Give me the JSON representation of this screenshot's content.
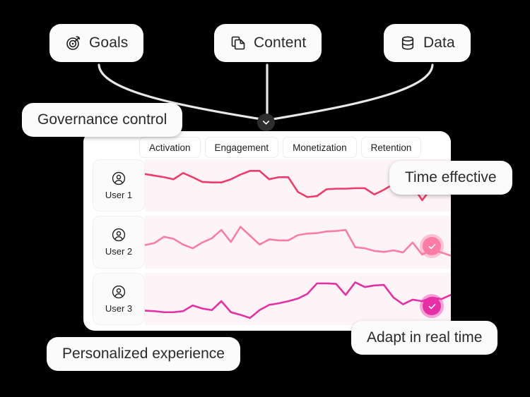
{
  "theme": {
    "background": "#000000",
    "panel_bg": "#ffffff",
    "chart_bg": "#fdf4f7",
    "pill_bg": "#fbfbfb",
    "text": "#2a2a2a",
    "connector": "#e6e6e6",
    "chevron_bg": "#2e2e2e",
    "line_user1": "#ef3b6c",
    "line_user2": "#fc7ca5",
    "line_user3": "#e62fa6",
    "badge_user2": "#fc7ca5",
    "badge_user3": "#e62fa6"
  },
  "pills": [
    {
      "id": "goals",
      "label": "Goals",
      "icon": "target-icon"
    },
    {
      "id": "content",
      "label": "Content",
      "icon": "copy-documents-icon"
    },
    {
      "id": "data",
      "label": "Data",
      "icon": "database-icon"
    }
  ],
  "chevron": {
    "icon": "chevron-down-icon"
  },
  "panel": {
    "tabs": [
      {
        "label": "Activation"
      },
      {
        "label": "Engagement"
      },
      {
        "label": "Monetization"
      },
      {
        "label": "Retention"
      }
    ],
    "rows": [
      {
        "user": "User 1",
        "icon": "user-circle-icon",
        "has_badge": false
      },
      {
        "user": "User 2",
        "icon": "user-circle-icon",
        "has_badge": true,
        "badge_icon": "check-circle-icon"
      },
      {
        "user": "User 3",
        "icon": "user-circle-icon",
        "has_badge": true,
        "badge_icon": "check-circle-icon"
      }
    ]
  },
  "callouts": [
    {
      "id": "governance",
      "label": "Governance control"
    },
    {
      "id": "time",
      "label": "Time effective"
    },
    {
      "id": "adapt",
      "label": "Adapt in real time"
    },
    {
      "id": "personal",
      "label": "Personalized experience"
    }
  ],
  "chart_data": {
    "type": "line",
    "title": "",
    "xlabel": "",
    "ylabel": "",
    "grid": false,
    "legend": "none",
    "x": [
      0,
      1,
      2,
      3,
      4,
      5,
      6,
      7,
      8,
      9,
      10,
      11,
      12,
      13,
      14,
      15,
      16,
      17,
      18,
      19,
      20,
      21,
      22,
      23,
      24,
      25,
      26,
      27,
      28,
      29,
      30,
      31,
      32
    ],
    "xlim": [
      0,
      32
    ],
    "ylim": [
      0,
      100
    ],
    "series": [
      {
        "name": "User 1",
        "color": "#ef3b6c",
        "values": [
          72,
          69,
          66,
          62,
          74,
          66,
          57,
          56,
          56,
          62,
          71,
          78,
          78,
          62,
          66,
          66,
          38,
          28,
          30,
          43,
          44,
          44,
          45,
          45,
          33,
          42,
          53,
          58,
          50,
          22,
          46,
          40,
          40
        ]
      },
      {
        "name": "User 2",
        "color": "#fc7ca5",
        "values": [
          44,
          48,
          60,
          56,
          45,
          38,
          49,
          57,
          73,
          50,
          79,
          62,
          45,
          55,
          53,
          53,
          63,
          66,
          67,
          70,
          71,
          73,
          40,
          38,
          33,
          31,
          34,
          30,
          49,
          26,
          35,
          30,
          24
        ]
      },
      {
        "name": "User 3",
        "color": "#e62fa6",
        "values": [
          28,
          27,
          25,
          25,
          27,
          38,
          32,
          29,
          46,
          25,
          20,
          14,
          29,
          39,
          42,
          46,
          51,
          60,
          80,
          80,
          79,
          58,
          82,
          73,
          76,
          77,
          53,
          40,
          49,
          46,
          53,
          50,
          58
        ]
      }
    ]
  }
}
